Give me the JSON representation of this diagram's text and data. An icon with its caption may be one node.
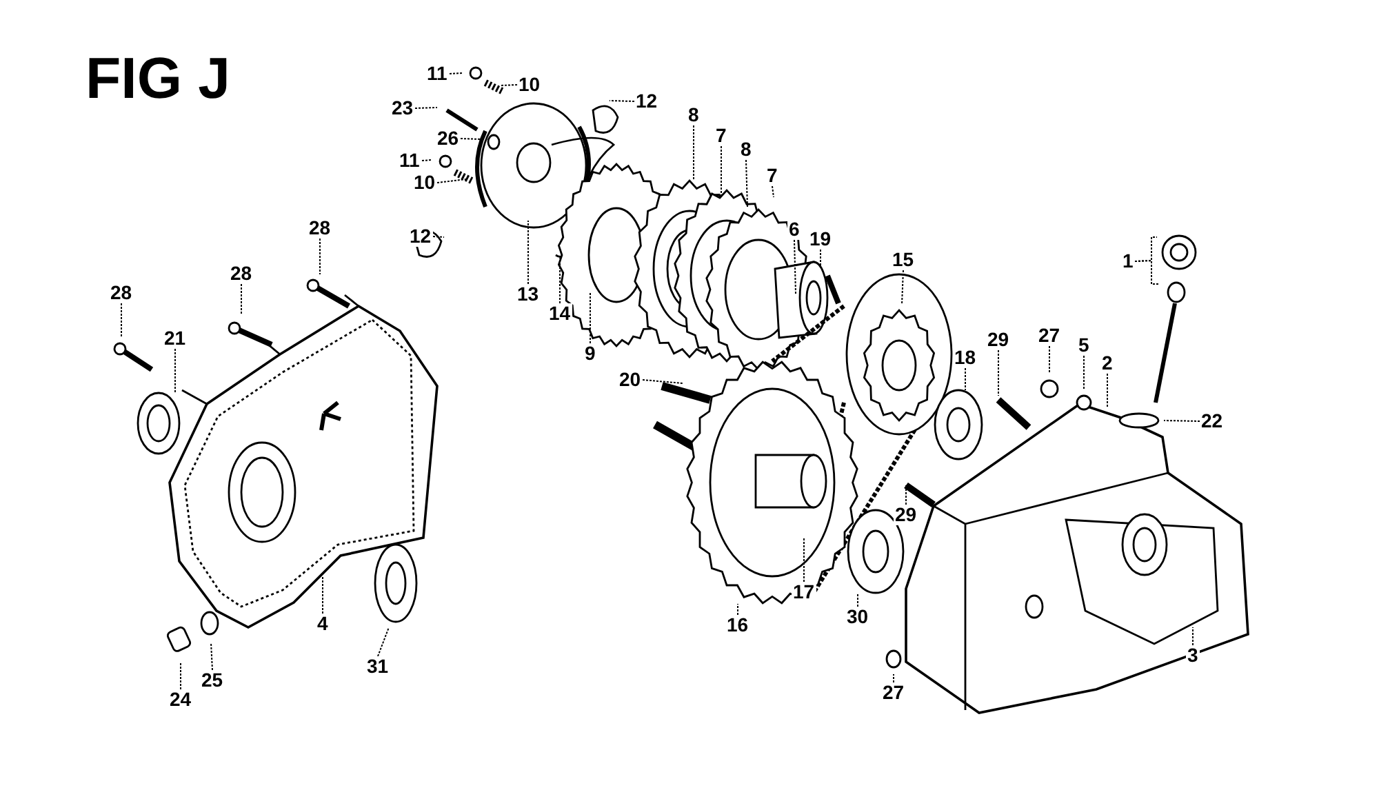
{
  "diagram": {
    "title": "FIG J",
    "nodes": [
      {
        "text": [
          "11"
        ]
      },
      {
        "text": [
          "10"
        ]
      },
      {
        "text": [
          "12"
        ]
      },
      {
        "text": [
          "23"
        ]
      },
      {
        "text": [
          "8"
        ]
      },
      {
        "text": [
          "26"
        ]
      },
      {
        "text": [
          "7"
        ]
      },
      {
        "text": [
          "8"
        ]
      },
      {
        "text": [
          "11"
        ]
      },
      {
        "text": [
          "7"
        ]
      },
      {
        "text": [
          "10"
        ]
      },
      {
        "text": [
          "6"
        ]
      },
      {
        "text": [
          "28"
        ]
      },
      {
        "text": [
          "12"
        ]
      },
      {
        "text": [
          "19"
        ]
      },
      {
        "text": [
          "15"
        ]
      },
      {
        "text": [
          "1"
        ]
      },
      {
        "text": [
          "28"
        ]
      },
      {
        "text": [
          "28"
        ]
      },
      {
        "text": [
          "13"
        ]
      },
      {
        "text": [
          "14"
        ]
      },
      {
        "text": [
          "27"
        ]
      },
      {
        "text": [
          "21"
        ]
      },
      {
        "text": [
          "29"
        ]
      },
      {
        "text": [
          "5"
        ]
      },
      {
        "text": [
          "9"
        ]
      },
      {
        "text": [
          "18"
        ]
      },
      {
        "text": [
          "2"
        ]
      },
      {
        "text": [
          "20"
        ]
      },
      {
        "text": [
          "22"
        ]
      },
      {
        "text": [
          "29"
        ]
      },
      {
        "text": [
          "17"
        ]
      },
      {
        "text": [
          "30"
        ]
      },
      {
        "text": [
          "4"
        ]
      },
      {
        "text": [
          "16"
        ]
      },
      {
        "text": [
          "3"
        ]
      },
      {
        "text": [
          "31"
        ]
      },
      {
        "text": [
          "25"
        ]
      },
      {
        "text": [
          "27"
        ]
      },
      {
        "text": [
          "24"
        ]
      }
    ],
    "edges": [
      {
        "from": 0,
        "to": null,
        "arrow": "none"
      },
      {
        "from": 1,
        "to": null,
        "arrow": "none"
      },
      {
        "from": 2,
        "to": null,
        "arrow": "none"
      },
      {
        "from": 3,
        "to": null,
        "arrow": "none"
      },
      {
        "from": 4,
        "to": null,
        "arrow": "none"
      },
      {
        "from": 5,
        "to": null,
        "arrow": "none"
      },
      {
        "from": 6,
        "to": null,
        "arrow": "none"
      },
      {
        "from": 7,
        "to": null,
        "arrow": "none"
      },
      {
        "from": 8,
        "to": null,
        "arrow": "none"
      },
      {
        "from": 9,
        "to": null,
        "arrow": "none"
      },
      {
        "from": 10,
        "to": null,
        "arrow": "none"
      },
      {
        "from": 11,
        "to": null,
        "arrow": "none"
      },
      {
        "from": 12,
        "to": null,
        "arrow": "none"
      },
      {
        "from": 13,
        "to": null,
        "arrow": "none"
      },
      {
        "from": 14,
        "to": null,
        "arrow": "none"
      },
      {
        "from": 15,
        "to": null,
        "arrow": "none"
      },
      {
        "from": 16,
        "to": null,
        "arrow": "none"
      },
      {
        "from": 16,
        "to": null,
        "arrow": "none"
      },
      {
        "from": 17,
        "to": null,
        "arrow": "none"
      },
      {
        "from": 18,
        "to": null,
        "arrow": "none"
      },
      {
        "from": 19,
        "to": null,
        "arrow": "none"
      },
      {
        "from": 20,
        "to": null,
        "arrow": "none"
      },
      {
        "from": 21,
        "to": null,
        "arrow": "none"
      },
      {
        "from": 22,
        "to": null,
        "arrow": "none"
      },
      {
        "from": 23,
        "to": null,
        "arrow": "none"
      },
      {
        "from": 24,
        "to": null,
        "arrow": "none"
      },
      {
        "from": 25,
        "to": null,
        "arrow": "none"
      },
      {
        "from": 26,
        "to": null,
        "arrow": "none"
      },
      {
        "from": 27,
        "to": null,
        "arrow": "none"
      },
      {
        "from": 28,
        "to": null,
        "arrow": "none"
      },
      {
        "from": 29,
        "to": null,
        "arrow": "none"
      },
      {
        "from": 30,
        "to": null,
        "arrow": "none"
      },
      {
        "from": 31,
        "to": null,
        "arrow": "none"
      },
      {
        "from": 32,
        "to": null,
        "arrow": "none"
      },
      {
        "from": 33,
        "to": null,
        "arrow": "none"
      },
      {
        "from": 34,
        "to": null,
        "arrow": "none"
      },
      {
        "from": 35,
        "to": null,
        "arrow": "none"
      },
      {
        "from": 36,
        "to": null,
        "arrow": "none"
      },
      {
        "from": 37,
        "to": null,
        "arrow": "none"
      },
      {
        "from": 38,
        "to": null,
        "arrow": "none"
      },
      {
        "from": 39,
        "to": null,
        "arrow": "none"
      }
    ]
  }
}
